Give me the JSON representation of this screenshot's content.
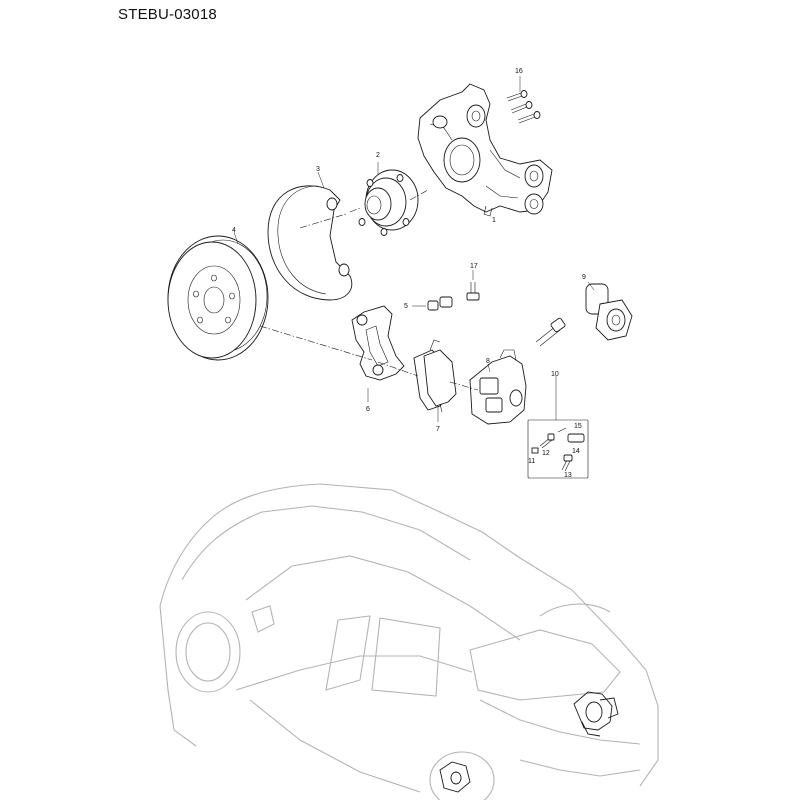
{
  "document": {
    "code": "STEBU-03018"
  },
  "callouts": {
    "c1": "1",
    "c2": "2",
    "c3": "3",
    "c4": "4",
    "c5": "5",
    "c6": "6",
    "c7": "7",
    "c8": "8",
    "c9": "9",
    "c10": "10",
    "c11": "11",
    "c12": "12",
    "c13": "13",
    "c14": "14",
    "c15": "15",
    "c16": "16",
    "c17": "17"
  }
}
